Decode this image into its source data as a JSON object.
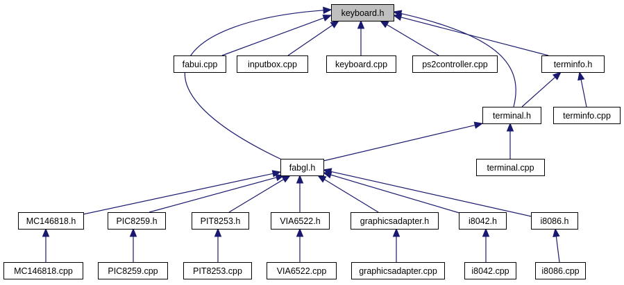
{
  "graph": {
    "colors": {
      "edge": "#191970",
      "current_node_fill": "#bfbfbf",
      "node_fill": "#ffffff",
      "node_border": "#000000"
    },
    "current_node": "keyboard_h",
    "nodes": [
      {
        "id": "keyboard_h",
        "label": "keyboard.h"
      },
      {
        "id": "fabui_cpp",
        "label": "fabui.cpp"
      },
      {
        "id": "inputbox_cpp",
        "label": "inputbox.cpp"
      },
      {
        "id": "keyboard_cpp",
        "label": "keyboard.cpp"
      },
      {
        "id": "ps2controller_cpp",
        "label": "ps2controller.cpp"
      },
      {
        "id": "terminfo_h",
        "label": "terminfo.h"
      },
      {
        "id": "terminal_h",
        "label": "terminal.h"
      },
      {
        "id": "terminfo_cpp",
        "label": "terminfo.cpp"
      },
      {
        "id": "fabgl_h",
        "label": "fabgl.h"
      },
      {
        "id": "terminal_cpp",
        "label": "terminal.cpp"
      },
      {
        "id": "mc146818_h",
        "label": "MC146818.h"
      },
      {
        "id": "pic8259_h",
        "label": "PIC8259.h"
      },
      {
        "id": "pit8253_h",
        "label": "PIT8253.h"
      },
      {
        "id": "via6522_h",
        "label": "VIA6522.h"
      },
      {
        "id": "graphicsadapter_h",
        "label": "graphicsadapter.h"
      },
      {
        "id": "i8042_h",
        "label": "i8042.h"
      },
      {
        "id": "i8086_h",
        "label": "i8086.h"
      },
      {
        "id": "mc146818_cpp",
        "label": "MC146818.cpp"
      },
      {
        "id": "pic8259_cpp",
        "label": "PIC8259.cpp"
      },
      {
        "id": "pit8253_cpp",
        "label": "PIT8253.cpp"
      },
      {
        "id": "via6522_cpp",
        "label": "VIA6522.cpp"
      },
      {
        "id": "graphicsadapter_cpp",
        "label": "graphicsadapter.cpp"
      },
      {
        "id": "i8042_cpp",
        "label": "i8042.cpp"
      },
      {
        "id": "i8086_cpp",
        "label": "i8086.cpp"
      }
    ],
    "edges": [
      {
        "from": "fabui_cpp",
        "to": "keyboard_h"
      },
      {
        "from": "inputbox_cpp",
        "to": "keyboard_h"
      },
      {
        "from": "keyboard_cpp",
        "to": "keyboard_h"
      },
      {
        "from": "ps2controller_cpp",
        "to": "keyboard_h"
      },
      {
        "from": "terminfo_h",
        "to": "keyboard_h"
      },
      {
        "from": "terminal_h",
        "to": "keyboard_h"
      },
      {
        "from": "fabgl_h",
        "to": "keyboard_h"
      },
      {
        "from": "terminal_h",
        "to": "terminfo_h"
      },
      {
        "from": "terminfo_cpp",
        "to": "terminfo_h"
      },
      {
        "from": "fabgl_h",
        "to": "terminal_h"
      },
      {
        "from": "terminal_cpp",
        "to": "terminal_h"
      },
      {
        "from": "mc146818_h",
        "to": "fabgl_h"
      },
      {
        "from": "pic8259_h",
        "to": "fabgl_h"
      },
      {
        "from": "pit8253_h",
        "to": "fabgl_h"
      },
      {
        "from": "via6522_h",
        "to": "fabgl_h"
      },
      {
        "from": "graphicsadapter_h",
        "to": "fabgl_h"
      },
      {
        "from": "i8042_h",
        "to": "fabgl_h"
      },
      {
        "from": "i8086_h",
        "to": "fabgl_h"
      },
      {
        "from": "mc146818_cpp",
        "to": "mc146818_h"
      },
      {
        "from": "pic8259_cpp",
        "to": "pic8259_h"
      },
      {
        "from": "pit8253_cpp",
        "to": "pit8253_h"
      },
      {
        "from": "via6522_cpp",
        "to": "via6522_h"
      },
      {
        "from": "graphicsadapter_cpp",
        "to": "graphicsadapter_h"
      },
      {
        "from": "i8042_cpp",
        "to": "i8042_h"
      },
      {
        "from": "i8086_cpp",
        "to": "i8086_h"
      }
    ]
  }
}
